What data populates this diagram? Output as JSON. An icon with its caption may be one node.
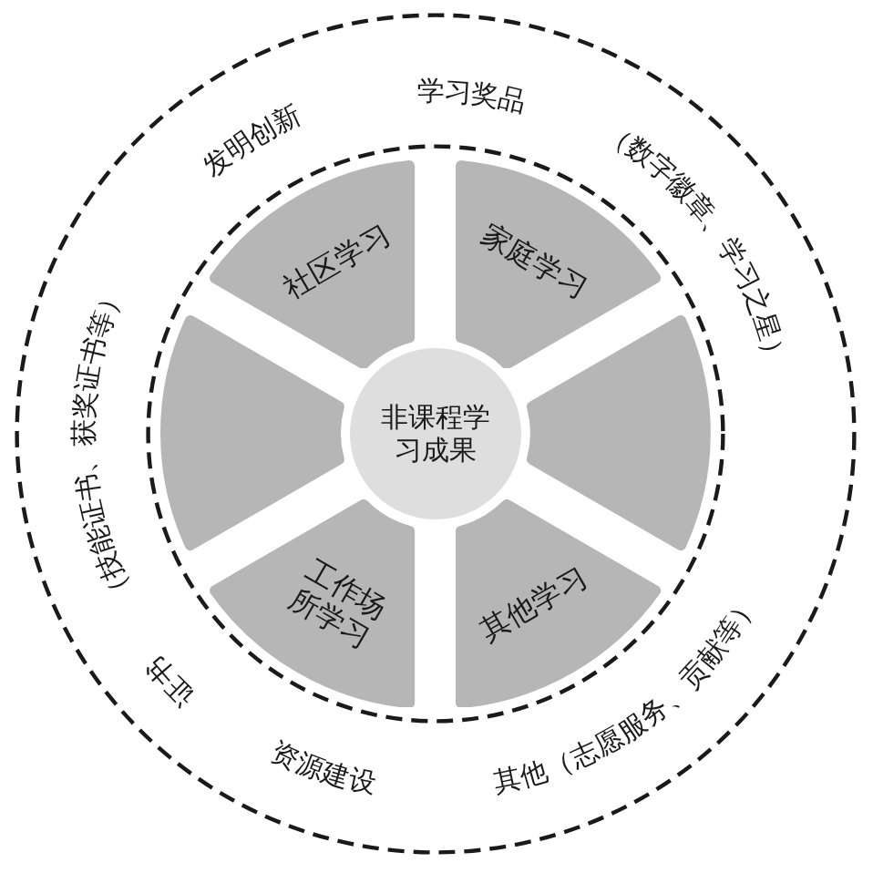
{
  "diagram": {
    "nodes": [
      {
        "text": [
          "发明创新",
          "学习奖品",
          "（数字徽章、学习之星）",
          "（技能证书、获奖证书等）",
          "证书",
          "资源建设",
          "其他（志愿服务、贡献等）"
        ]
      },
      {
        "text": [],
        "shape": "circle",
        "in": 0
      },
      {
        "text": [
          "社区学习"
        ],
        "in": 1
      },
      {
        "text": [
          "家庭学习"
        ],
        "in": 1
      },
      {
        "text": [],
        "shape": "sector",
        "in": 1
      },
      {
        "text": [
          "非课程学习成果"
        ],
        "in": 1
      },
      {
        "text": [],
        "shape": "sector",
        "in": 1
      },
      {
        "text": [
          "工作场所学习"
        ],
        "in": 1
      },
      {
        "text": [
          "其他学习"
        ],
        "in": 1
      }
    ]
  }
}
